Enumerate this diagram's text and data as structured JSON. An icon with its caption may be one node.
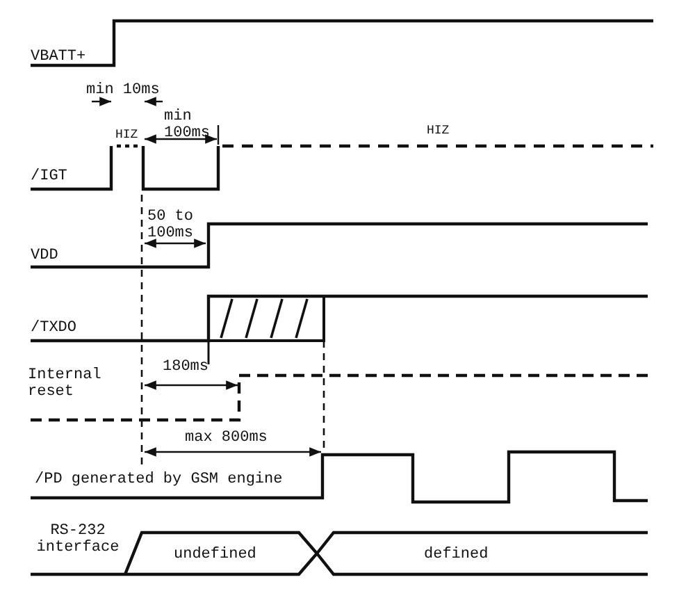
{
  "diagram": {
    "labels": [
      "VBATT+",
      "min 10ms",
      "min 100ms",
      "HIZ",
      "HIZ",
      "/IGT",
      "50 to 100ms",
      "VDD",
      "/TXDO",
      "180ms",
      "Internal reset",
      "max 800ms",
      "/PD generated by GSM engine",
      "RS-232 interface",
      "undefined",
      "defined"
    ]
  }
}
